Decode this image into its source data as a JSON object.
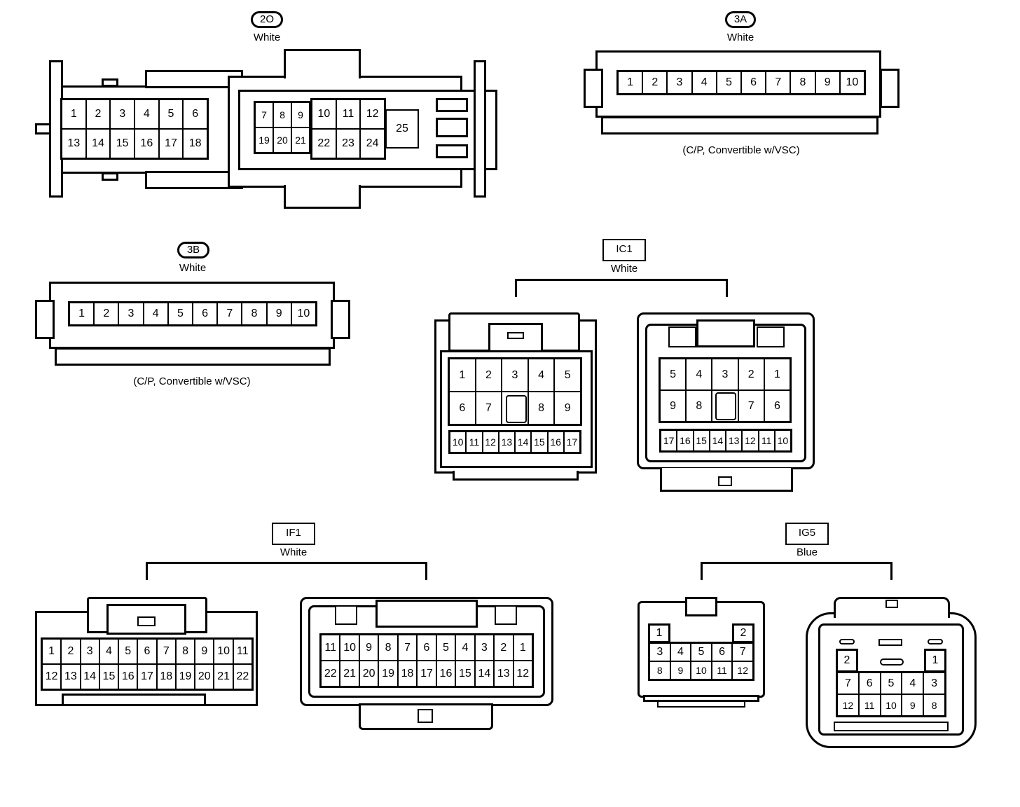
{
  "connectors": {
    "c2o": {
      "code": "2O",
      "color": "White",
      "left_rows": [
        [
          "1",
          "2",
          "3",
          "4",
          "5",
          "6"
        ],
        [
          "13",
          "14",
          "15",
          "16",
          "17",
          "18"
        ]
      ],
      "mid_rows": [
        [
          "7",
          "8",
          "9"
        ],
        [
          "19",
          "20",
          "21"
        ]
      ],
      "right_rows": [
        [
          "10",
          "11",
          "12"
        ],
        [
          "22",
          "23",
          "24"
        ]
      ],
      "extra": "25"
    },
    "c3a": {
      "code": "3A",
      "color": "White",
      "pins": [
        "1",
        "2",
        "3",
        "4",
        "5",
        "6",
        "7",
        "8",
        "9",
        "10"
      ],
      "note": "(C/P, Convertible w/VSC)"
    },
    "c3b": {
      "code": "3B",
      "color": "White",
      "pins": [
        "1",
        "2",
        "3",
        "4",
        "5",
        "6",
        "7",
        "8",
        "9",
        "10"
      ],
      "note": "(C/P, Convertible w/VSC)"
    },
    "ic1": {
      "code": "IC1",
      "color": "White",
      "a": {
        "row1": [
          "1",
          "2",
          "3",
          "4",
          "5"
        ],
        "row2": [
          "6",
          "7",
          "",
          "8",
          "9"
        ],
        "row3": [
          "10",
          "11",
          "12",
          "13",
          "14",
          "15",
          "16",
          "17"
        ]
      },
      "b": {
        "row1": [
          "5",
          "4",
          "3",
          "2",
          "1"
        ],
        "row2": [
          "9",
          "8",
          "",
          "7",
          "6"
        ],
        "row3": [
          "17",
          "16",
          "15",
          "14",
          "13",
          "12",
          "11",
          "10"
        ]
      }
    },
    "if1": {
      "code": "IF1",
      "color": "White",
      "a": {
        "row1": [
          "1",
          "2",
          "3",
          "4",
          "5",
          "6",
          "7",
          "8",
          "9",
          "10",
          "11"
        ],
        "row2": [
          "12",
          "13",
          "14",
          "15",
          "16",
          "17",
          "18",
          "19",
          "20",
          "21",
          "22"
        ]
      },
      "b": {
        "row1": [
          "11",
          "10",
          "9",
          "8",
          "7",
          "6",
          "5",
          "4",
          "3",
          "2",
          "1"
        ],
        "row2": [
          "22",
          "21",
          "20",
          "19",
          "18",
          "17",
          "16",
          "15",
          "14",
          "13",
          "12"
        ]
      }
    },
    "ig5": {
      "code": "IG5",
      "color": "Blue",
      "a": {
        "top_left": "1",
        "top_right": "2",
        "row2": [
          "3",
          "4",
          "5",
          "6",
          "7"
        ],
        "row3": [
          "8",
          "9",
          "10",
          "11",
          "12"
        ]
      },
      "b": {
        "top_left": "2",
        "top_right": "1",
        "row2": [
          "7",
          "6",
          "5",
          "4",
          "3"
        ],
        "row3": [
          "12",
          "11",
          "10",
          "9",
          "8"
        ]
      }
    }
  }
}
